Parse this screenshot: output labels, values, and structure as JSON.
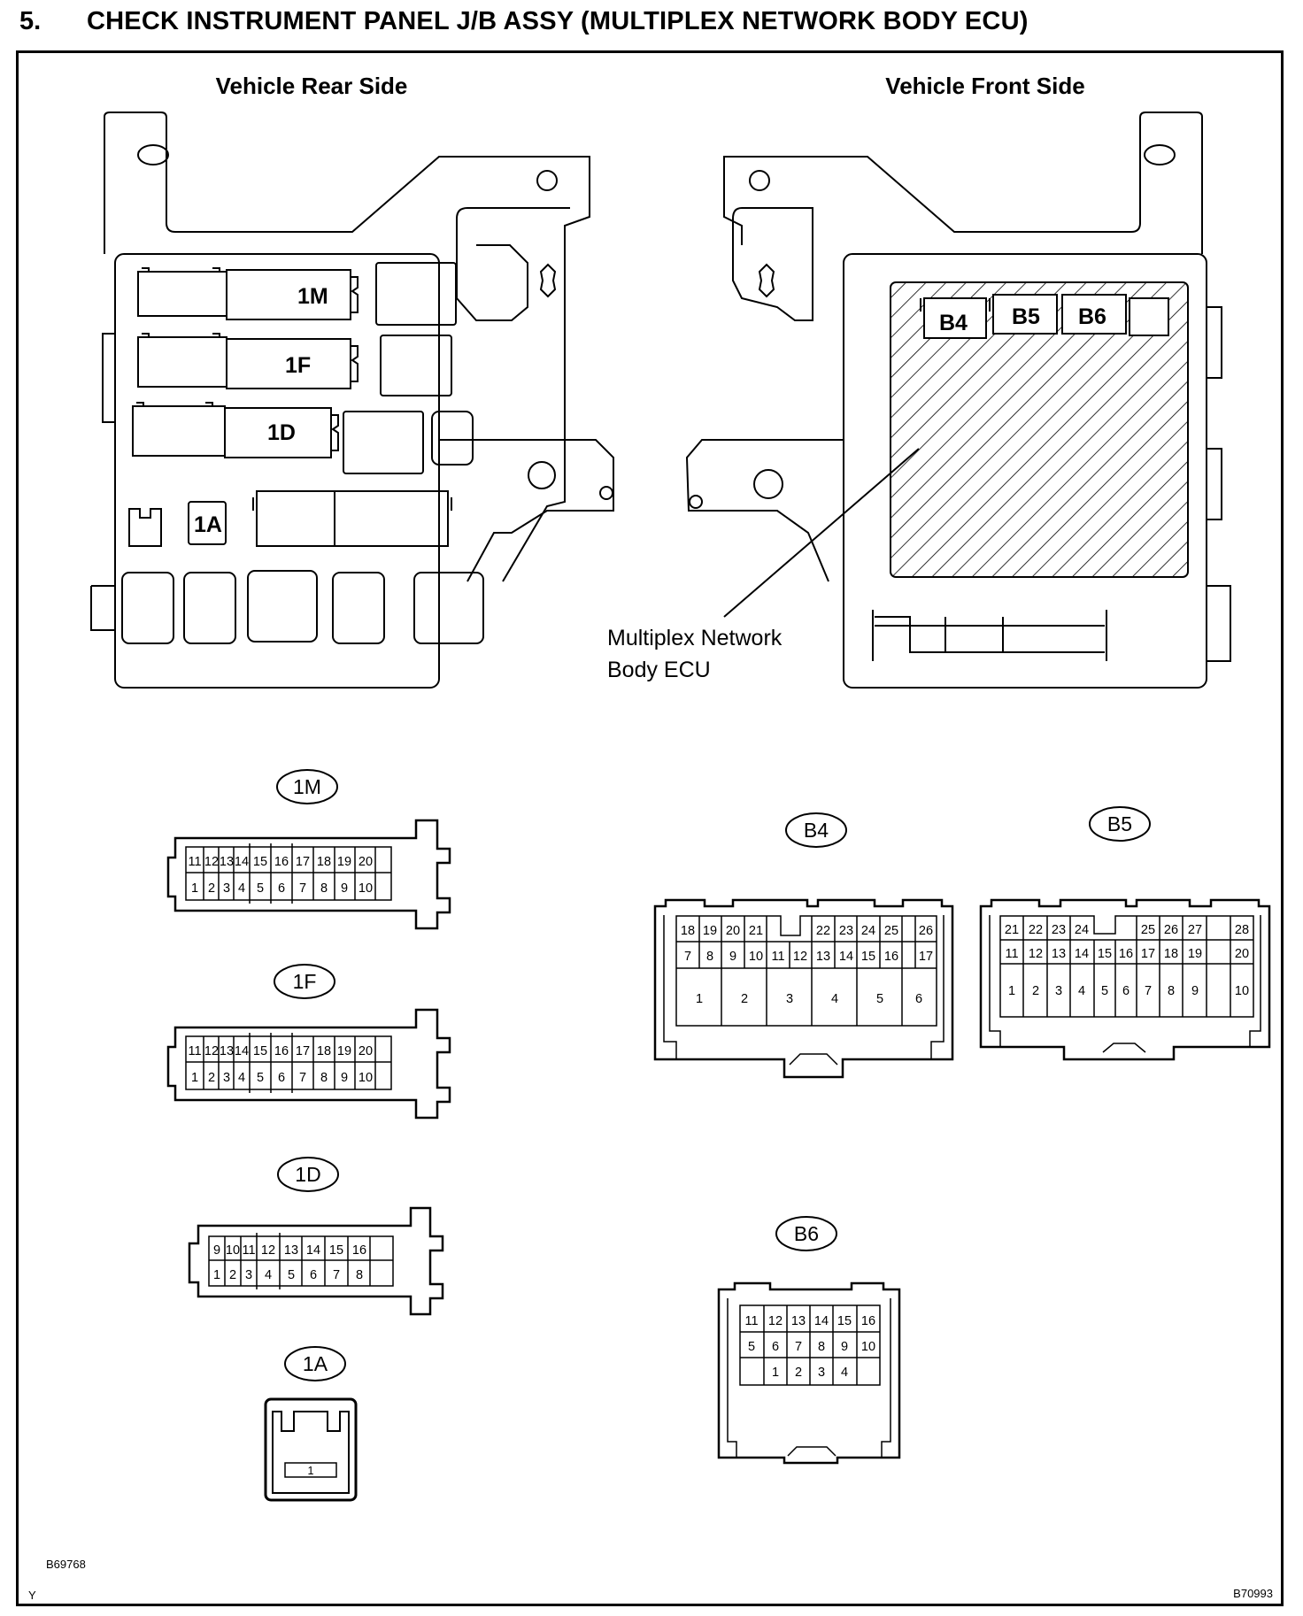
{
  "header": {
    "step_number": "5.",
    "title": "CHECK INSTRUMENT PANEL J/B ASSY (MULTIPLEX NETWORK BODY ECU)"
  },
  "views": {
    "rear_title": "Vehicle Rear Side",
    "front_title": "Vehicle Front Side",
    "rear_labels": [
      "1M",
      "1F",
      "1D",
      "1A"
    ],
    "front_labels": [
      "B4",
      "B5",
      "B6"
    ],
    "ecu_callout": [
      "Multiplex Network",
      "Body ECU"
    ]
  },
  "connectors": {
    "c1M": {
      "tag": "1M",
      "top": [
        "11",
        "12",
        "13",
        "14",
        "15",
        "16",
        "17",
        "18",
        "19",
        "20"
      ],
      "bottom": [
        "1",
        "2",
        "3",
        "4",
        "5",
        "6",
        "7",
        "8",
        "9",
        "10"
      ]
    },
    "c1F": {
      "tag": "1F",
      "top": [
        "11",
        "12",
        "13",
        "14",
        "15",
        "16",
        "17",
        "18",
        "19",
        "20"
      ],
      "bottom": [
        "1",
        "2",
        "3",
        "4",
        "5",
        "6",
        "7",
        "8",
        "9",
        "10"
      ]
    },
    "c1D": {
      "tag": "1D",
      "top": [
        "9",
        "10",
        "11",
        "12",
        "13",
        "14",
        "15",
        "16"
      ],
      "bottom": [
        "1",
        "2",
        "3",
        "4",
        "5",
        "6",
        "7",
        "8"
      ]
    },
    "c1A": {
      "tag": "1A",
      "pins": [
        "1"
      ]
    },
    "cB4": {
      "tag": "B4",
      "row1_left": [
        "18",
        "19",
        "20",
        "21"
      ],
      "row1_right": [
        "22",
        "23",
        "24",
        "25",
        "26"
      ],
      "row2": [
        "7",
        "8",
        "9",
        "10",
        "11",
        "12",
        "13",
        "14",
        "15",
        "16",
        "17"
      ],
      "row3": [
        "1",
        "2",
        "3",
        "4",
        "5",
        "6"
      ]
    },
    "cB5": {
      "tag": "B5",
      "row1_left": [
        "21",
        "22",
        "23",
        "24"
      ],
      "row1_right": [
        "25",
        "26",
        "27",
        "28"
      ],
      "row2": [
        "11",
        "12",
        "13",
        "14",
        "15",
        "16",
        "17",
        "18",
        "19",
        "20"
      ],
      "row3": [
        "1",
        "2",
        "3",
        "4",
        "5",
        "6",
        "7",
        "8",
        "9",
        "10"
      ]
    },
    "cB6": {
      "tag": "B6",
      "row1": [
        "11",
        "12",
        "13",
        "14",
        "15",
        "16"
      ],
      "row2": [
        "5",
        "6",
        "7",
        "8",
        "9",
        "10"
      ],
      "row3": [
        "1",
        "2",
        "3",
        "4"
      ]
    }
  },
  "codes": {
    "left": "B69768",
    "corner": "Y",
    "right": "B70993"
  }
}
